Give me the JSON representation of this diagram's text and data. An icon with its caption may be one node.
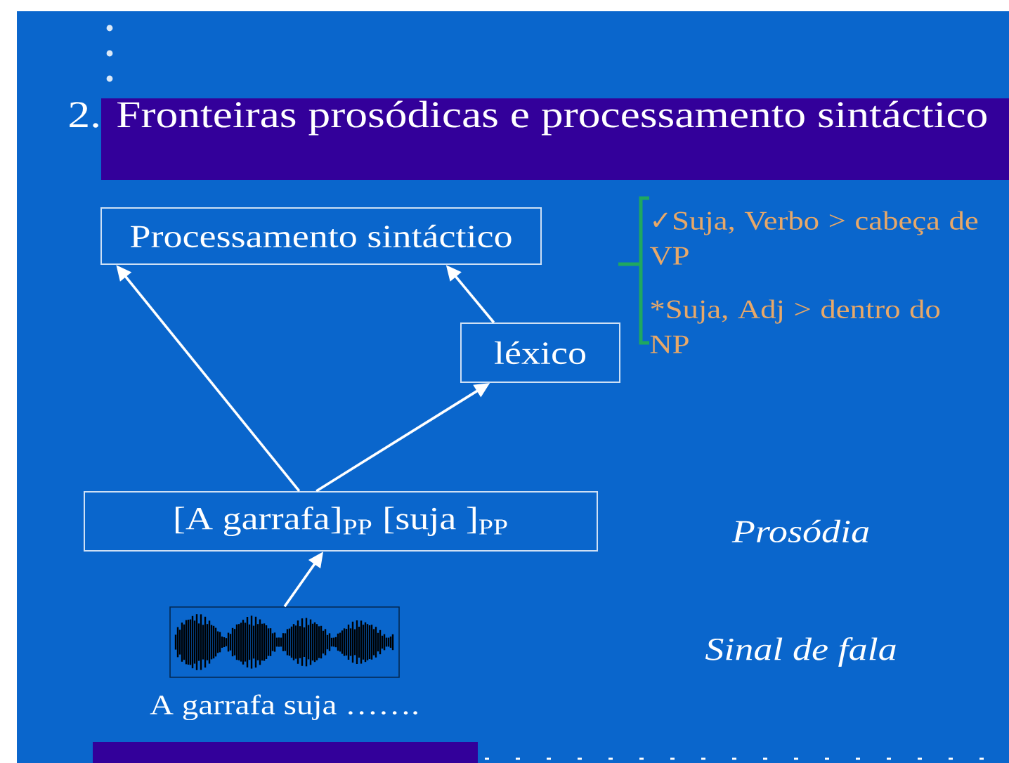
{
  "diagram": {
    "title": "2. Fronteiras prosódicas e processamento sintáctico",
    "nodes": [
      {
        "text": [
          "Processamento sintáctico"
        ]
      },
      {
        "text": [
          "léxico"
        ]
      },
      {
        "text": [
          "[A garrafa]$_{PP}$ [suja ]$_{PP}$"
        ]
      },
      {
        "text": [],
        "shape": "picture",
        "beside": [
          "A garrafa suja ……."
        ]
      }
    ],
    "edges": [
      {
        "from": 2,
        "to": 0,
        "arrow": "to"
      },
      {
        "from": 2,
        "to": 1,
        "arrow": "to"
      },
      {
        "from": 1,
        "to": 0,
        "arrow": "to"
      },
      {
        "from": 3,
        "to": 2,
        "arrow": "to"
      }
    ],
    "labels": [
      "✓Suja, Verbo > cabeça de VP",
      "*Suja, Adj > dentro do NP",
      "Prosódia",
      "Sinal de fala"
    ]
  }
}
